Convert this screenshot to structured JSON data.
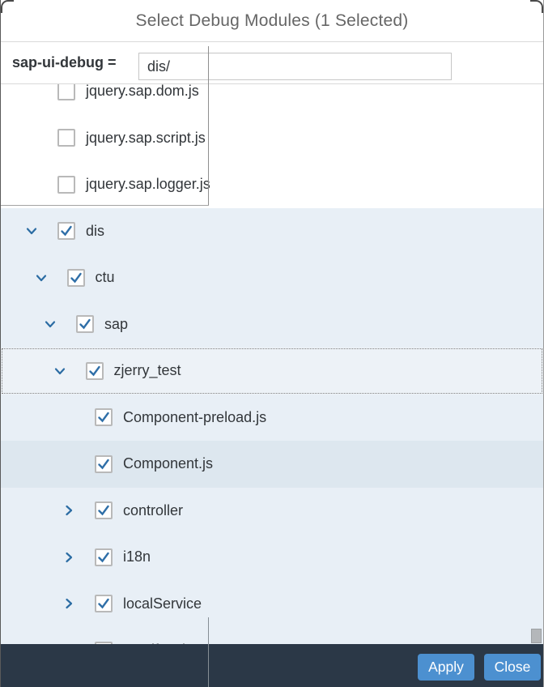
{
  "dialog": {
    "title": "Select Debug Modules (1 Selected)",
    "param_label": "sap-ui-debug =",
    "input_value": "dis/",
    "icons": [
      {
        "name": "copy-icon"
      },
      {
        "name": "reset-icon"
      }
    ],
    "footer": {
      "apply_label": "Apply",
      "close_label": "Close"
    }
  },
  "tree": {
    "top_items": [
      {
        "label": "jquery.sap.dom.js",
        "checked": false,
        "level": 0,
        "expander": null,
        "state": "unchecked"
      },
      {
        "label": "jquery.sap.script.js",
        "checked": false,
        "level": 0,
        "expander": null,
        "state": "unchecked"
      },
      {
        "label": "jquery.sap.logger.js",
        "checked": false,
        "level": 0,
        "expander": null,
        "state": "unchecked"
      }
    ],
    "selected_items": [
      {
        "label": "dis",
        "checked": true,
        "level": 0,
        "expander": "expanded",
        "state": "selected"
      },
      {
        "label": "ctu",
        "checked": true,
        "level": 1,
        "expander": "expanded",
        "state": "selected"
      },
      {
        "label": "sap",
        "checked": true,
        "level": 2,
        "expander": "expanded",
        "state": "selected"
      },
      {
        "label": "zjerry_test",
        "checked": true,
        "level": 3,
        "expander": "expanded",
        "state": "focused"
      },
      {
        "label": "Component-preload.js",
        "checked": true,
        "level": 4,
        "expander": null,
        "state": "selected"
      },
      {
        "label": "Component.js",
        "checked": true,
        "level": 4,
        "expander": null,
        "state": "hover"
      },
      {
        "label": "controller",
        "checked": true,
        "level": 4,
        "expander": "collapsed",
        "state": "selected"
      },
      {
        "label": "i18n",
        "checked": true,
        "level": 4,
        "expander": "collapsed",
        "state": "selected"
      },
      {
        "label": "localService",
        "checked": true,
        "level": 4,
        "expander": "collapsed",
        "state": "selected"
      },
      {
        "label": "manifest.json",
        "checked": true,
        "level": 4,
        "expander": null,
        "state": "selected",
        "partial": true
      }
    ]
  },
  "colors": {
    "accent_blue": "#4c90d0",
    "footer_bg": "#2b3847",
    "selected_row": "#e8eff6",
    "hover_row": "#dde7ef",
    "focused_row": "#edf2f7",
    "icon_blue": "#2e6693",
    "check_blue": "#2f6fa8",
    "chevron_blue": "#2b6ca3",
    "text": "#32363a"
  }
}
